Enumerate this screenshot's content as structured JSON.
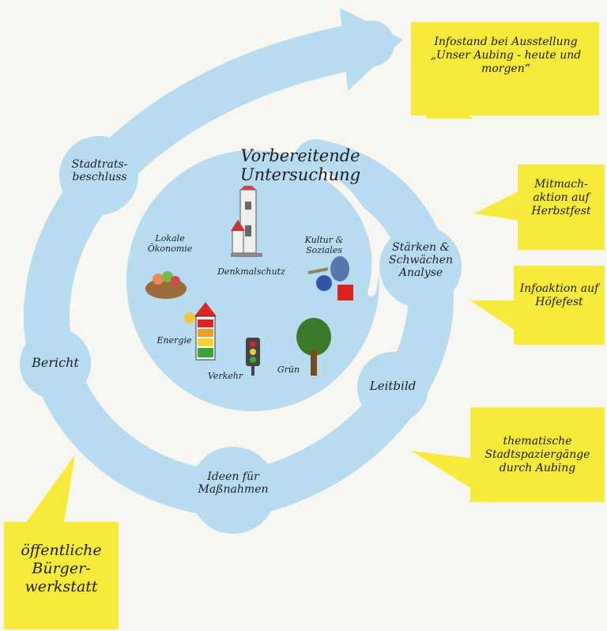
{
  "colors": {
    "cycle": "#b7dcef",
    "sticky": "#f7ea3b",
    "background": "#f7f6f1",
    "ink": "#1b1b2a"
  },
  "center": {
    "title": "Vorbereitende Untersuchung",
    "topics": [
      {
        "label": "Denkmalschutz",
        "icon": "church-tower-icon"
      },
      {
        "label": "Lokale Ökonomie",
        "icon": "market-basket-icon"
      },
      {
        "label": "Kultur & Soziales",
        "icon": "culture-tools-icon"
      },
      {
        "label": "Energie",
        "icon": "energy-house-icon"
      },
      {
        "label": "Verkehr",
        "icon": "traffic-light-icon"
      },
      {
        "label": "Grün",
        "icon": "tree-icon"
      }
    ]
  },
  "cycle": {
    "stadtrat": "Stadtrats-beschluss",
    "staerken": "Stärken & Schwächen Analyse",
    "leitbild": "Leitbild",
    "ideen": "Ideen für Maßnahmen",
    "bericht": "Bericht"
  },
  "notes": {
    "infostand": "Infostand bei Ausstellung „Unser Aubing - heute und morgen“",
    "mitmach": "Mitmach-aktion auf Herbstfest",
    "infoaktion": "Infoaktion auf Höfefest",
    "stadtspaziergaenge": "thematische Stadtspaziergänge durch Aubing",
    "werkstatt": "öffentliche Bürger-werkstatt"
  }
}
